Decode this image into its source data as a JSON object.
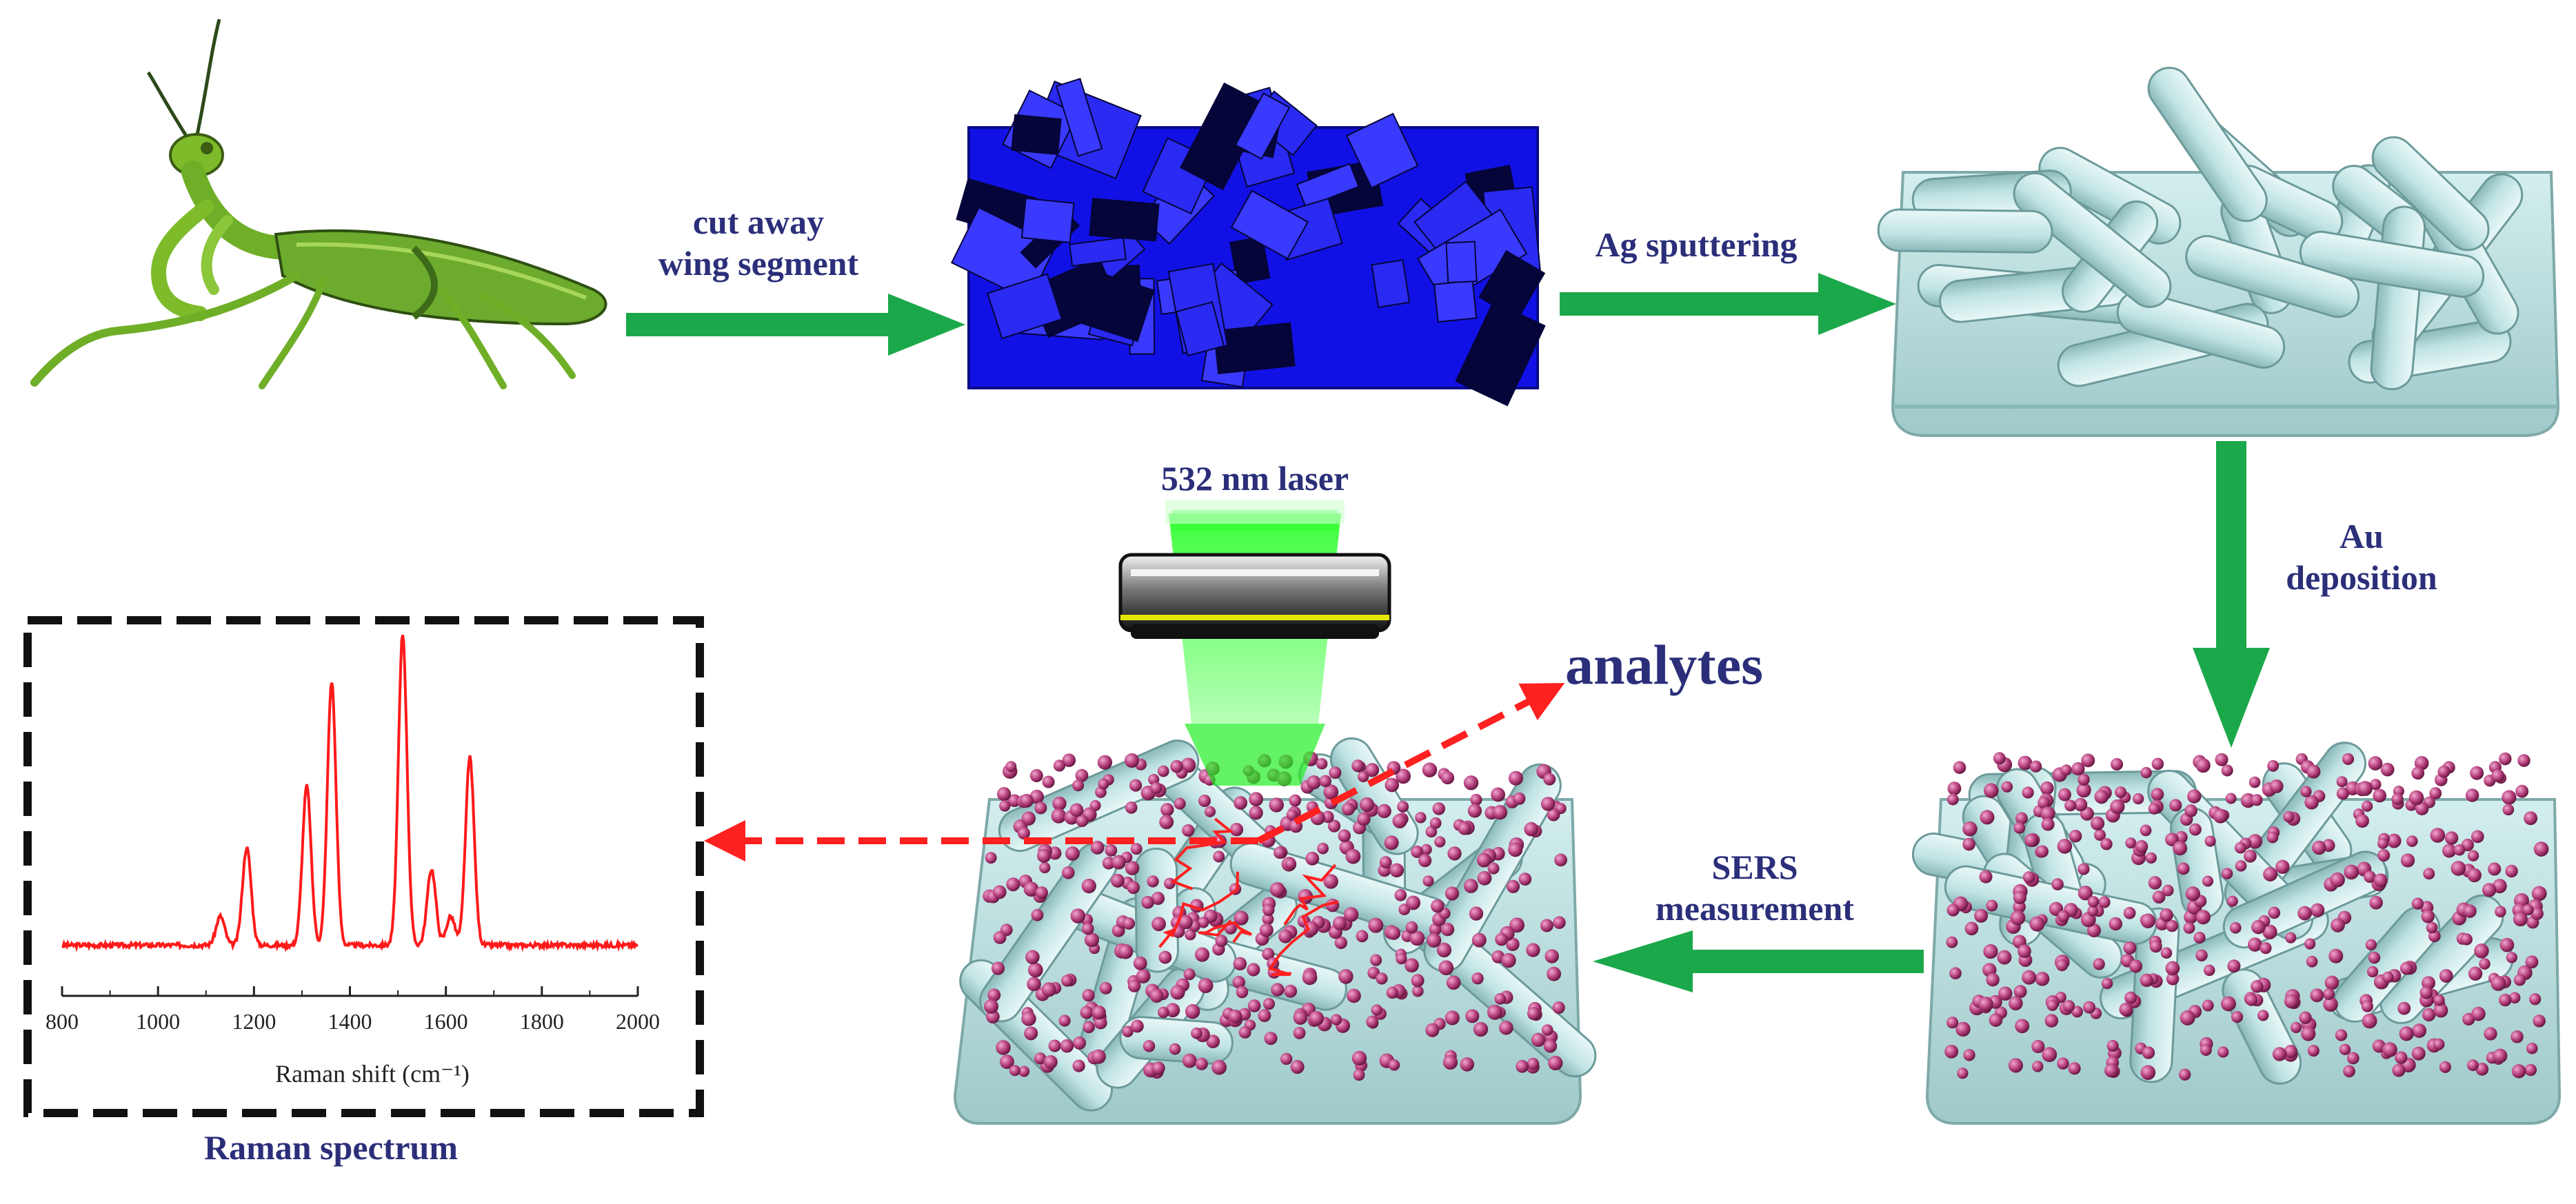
{
  "steps": {
    "cut": [
      "cut away",
      "wing segment"
    ],
    "ag": "Ag sputtering",
    "au": [
      "Au",
      "deposition"
    ],
    "sers": [
      "SERS",
      "measurement"
    ],
    "laser": "532 nm laser",
    "analytes": "analytes",
    "spectrum": "Raman spectrum"
  },
  "colors": {
    "arrow": "#1ba84a",
    "wing_substrate": "#1010e0",
    "nanostructure": "#bfe3e3",
    "particles": "#b03a78",
    "laser": "#33ff33",
    "spectrum_line": "#ff1a1a",
    "dashed_arrow": "#ff2020",
    "label_text": "#2b2f7a"
  },
  "icons": {
    "insect": "praying-mantis",
    "objective": "microscope-objective-lens"
  },
  "chart_data": {
    "type": "line",
    "title": "",
    "xlabel": "Raman shift (cm⁻¹)",
    "ylabel": "",
    "xlim": [
      800,
      2000
    ],
    "ylim": [
      0,
      1
    ],
    "xticks": [
      800,
      1000,
      1200,
      1400,
      1600,
      1800,
      2000
    ],
    "grid": false,
    "legend": "none",
    "peaks": [
      {
        "x": 1130,
        "y": 0.22
      },
      {
        "x": 1185,
        "y": 0.41
      },
      {
        "x": 1310,
        "y": 0.58
      },
      {
        "x": 1362,
        "y": 0.87
      },
      {
        "x": 1510,
        "y": 1.0
      },
      {
        "x": 1570,
        "y": 0.35
      },
      {
        "x": 1610,
        "y": 0.22
      },
      {
        "x": 1650,
        "y": 0.66
      }
    ],
    "baseline": 0.14
  }
}
